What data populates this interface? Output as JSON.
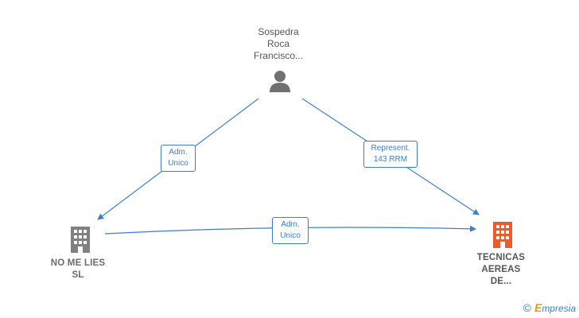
{
  "nodes": {
    "person": {
      "name_lines": [
        "Sospedra",
        "Roca",
        "Francisco..."
      ],
      "icon": "person-icon"
    },
    "company_left": {
      "name_lines": [
        "NO ME LIES",
        "SL"
      ],
      "icon": "building-icon",
      "color": "#808080"
    },
    "company_right": {
      "name_lines": [
        "TECNICAS",
        "AEREAS",
        "DE..."
      ],
      "icon": "building-icon",
      "color": "#f05a28"
    }
  },
  "edges": [
    {
      "label_lines": [
        "Adm.",
        "Unico"
      ]
    },
    {
      "label_lines": [
        "Represent.",
        "143 RRM"
      ]
    },
    {
      "label_lines": [
        "Adm.",
        "Unico"
      ]
    }
  ],
  "colors": {
    "edge": "#3b7fd4",
    "person": "#707070"
  },
  "brand": {
    "copyright": "©",
    "e": "E",
    "rest": "mpresia"
  }
}
